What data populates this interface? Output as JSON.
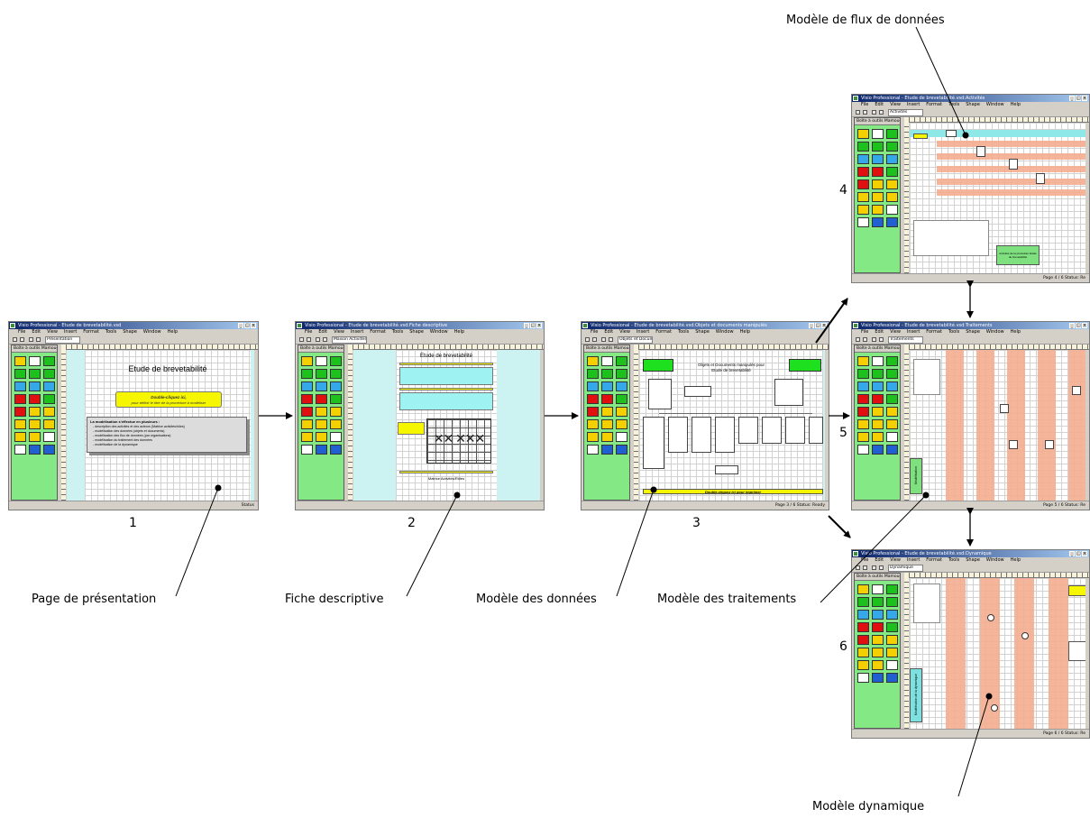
{
  "palette_title": "Boîte à outils Mamoucea",
  "menu": [
    "File",
    "Edit",
    "View",
    "Insert",
    "Format",
    "Tools",
    "Shape",
    "Window",
    "Help"
  ],
  "windows": [
    {
      "id": "1",
      "title": "Visio Professional - Etude de brevetabilité.vsd",
      "combo": "Présentation",
      "status": "Status"
    },
    {
      "id": "2",
      "title": "Visio Professional - Etude de brevetabilité.vsd:Fiche descriptive",
      "combo": "Maison Activités",
      "status": ""
    },
    {
      "id": "3",
      "title": "Visio Professional - Etude de brevetabilité.vsd:Objets et documents manipulés",
      "combo": "Objets et Docume",
      "status": "Page 3 / 6     Status:   Ready"
    },
    {
      "id": "4",
      "title": "Visio Professional - Etude de brevetabilité.vsd:Activités",
      "combo": "Activités",
      "status": "Page 4 / 6     Status:   Re"
    },
    {
      "id": "5",
      "title": "Visio Professional - Etude de brevetabilité.vsd:Traitements",
      "combo": "Traitements",
      "status": "Page 5 / 6     Status:   Re"
    },
    {
      "id": "6",
      "title": "Visio Professional - Etude de brevetabilité.vsd:Dynamique",
      "combo": "Dynamique",
      "status": "Page 6 / 6     Status:   Re"
    }
  ],
  "page1": {
    "heading": "Etude de brevetabilité",
    "banner_line1": "Double-cliquez ici,",
    "banner_line2": "pour définir le titre de la procédure à modéliser",
    "notes_title": "La modélisation s'effectue en plusieurs :",
    "notes": [
      "- description  des activités et des acteurs (Matrice activités/rôles)",
      "- modélisation des données (objets et documents)",
      "- modélisation des flux de données (par organisations)",
      "- modélisation du traitement des données",
      "- modélisation de la dynamique"
    ]
  },
  "page2": {
    "heading": "Etude de brevetabilité",
    "matrix_label": "Matrice Activités/Rôles"
  },
  "page3": {
    "heading_line1": "Objets et Documents manipulés pour",
    "heading_line2": "Etude de brevetabilité",
    "footer": "Double-cliquez ici pour imprimer"
  },
  "page4": {
    "note": "Activités de la procédure Etude de brevetabilité"
  },
  "page5": {
    "side_label": "Modélisation"
  },
  "page6": {
    "side_label": "Modélisation de la dynamique"
  },
  "numbers": [
    "1",
    "2",
    "3",
    "4",
    "5",
    "6"
  ],
  "captions": {
    "presentation": "Page de présentation",
    "fiche": "Fiche descriptive",
    "donnees": "Modèle des données",
    "traitements": "Modèle des traitements",
    "flux": "Modèle de flux de données",
    "dynamique": "Modèle dynamique"
  }
}
